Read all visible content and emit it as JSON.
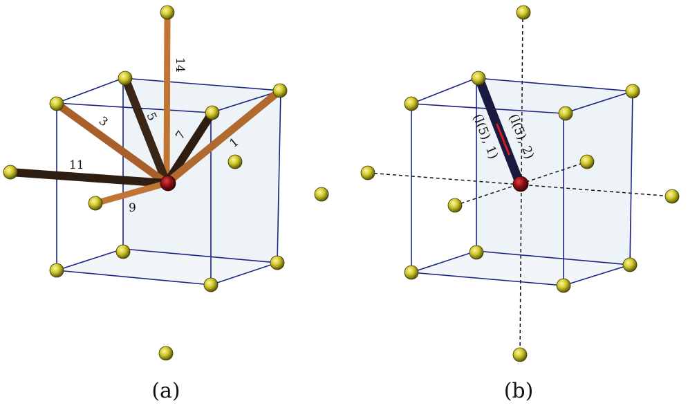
{
  "panel_a": {
    "caption": "(a)",
    "edge_labels": {
      "e1": "1",
      "e3": "3",
      "e5": "5",
      "e7": "7",
      "e9": "9",
      "e11": "11",
      "e14": "14"
    }
  },
  "panel_b": {
    "caption": "(b)",
    "bond_labels": {
      "left": "(l(5), 1)",
      "right": "(l(5), 2)"
    }
  },
  "colors": {
    "cube_edge": "#1a2380",
    "cube_face": "#eef3f7",
    "node": "#c9c21e",
    "center": "#8b0d12",
    "bond_light": "#c07535",
    "bond_dark": "#3a2616",
    "bond_b": "#1a1a40",
    "highlight": "#d81b1b"
  }
}
